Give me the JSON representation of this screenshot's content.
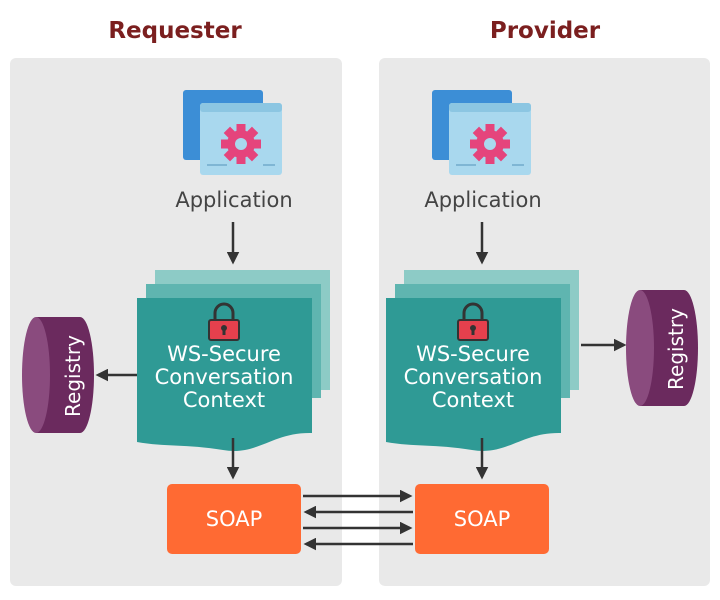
{
  "requester": {
    "title": "Requester",
    "application_label": "Application",
    "context_lines": [
      "WS-Secure",
      "Conversation",
      "Context"
    ],
    "registry_label": "Registry",
    "soap_label": "SOAP"
  },
  "provider": {
    "title": "Provider",
    "application_label": "Application",
    "context_lines": [
      "WS-Secure",
      "Conversation",
      "Context"
    ],
    "registry_label": "Registry",
    "soap_label": "SOAP"
  },
  "colors": {
    "title": "#7b1f1f",
    "panel": "#e9e9e9",
    "context_front": "#2f9a95",
    "context_back1": "#5fb5b0",
    "context_back2": "#8dcbc6",
    "registry": "#6b2a5e",
    "soap": "#ff6a33",
    "window_back": "#3c8ed6",
    "window_front": "#a9d8ee",
    "gear": "#e5447c",
    "lock": "#e5404d",
    "arrow": "#333333"
  },
  "icons": [
    "application-window-icon",
    "gear-icon",
    "lock-icon",
    "registry-cylinder-icon"
  ]
}
